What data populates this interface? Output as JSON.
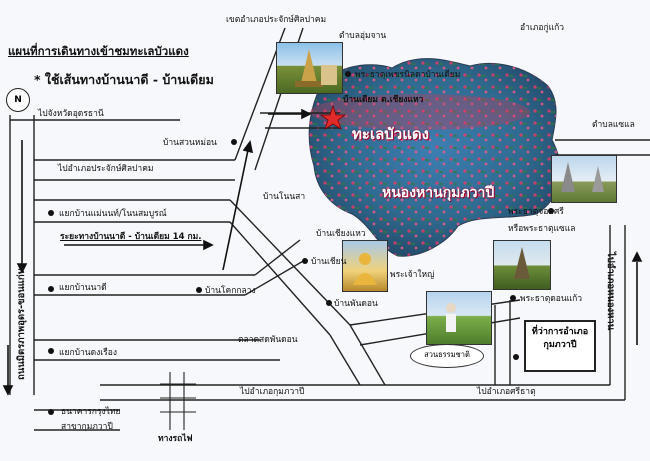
{
  "title": "แผนที่การเดินทางเข้าชมทะเลบัวแดง",
  "subtitle": "* ใช้เส้นทางบ้านนาดี - บ้านเดียม",
  "compass": "N",
  "lake": {
    "name1": "ทะเลบัวแดง",
    "name2": "หนองหานกุมภวาปี"
  },
  "labels": {
    "top_district": "เขตอำเภอประจักษ์ศิลปาคม",
    "tambon_umjan": "ตำบลอุ่มจาน",
    "amphoe_kukaeo": "อำเภอกู่แก้ว",
    "phrathat_phet": "พระธาตุเพชรนิลดาบ้านเดียม",
    "ban_diam": "บ้านเดียม ต.เชียงแหว",
    "to_udon": "ไปจังหวัดอุดรธานี",
    "ban_suanmon": "บ้านสวนหม่อน",
    "to_prachak": "ไปอำเภอประจักษ์ศิลปาคม",
    "tambon_saenle": "ตำบลแซแล",
    "ban_nonsa": "บ้านโนนสา",
    "yaek_mae_non": "แยกบ้านแม่นนท์/โนนสมบูรณ์",
    "distance": "ระยะทางบ้านนาดี - บ้านเดียม 14 กม.",
    "ban_chianghwae": "บ้านเชียงแหว",
    "ban_chian": "บ้านเชียน",
    "phra_chao_yai": "พระเจ้าใหญ่",
    "phrathat_chomsri": "พระธาตุจอมศรี",
    "wat_phrathat_saenle": "หรือพระธาตุแซแล",
    "yaek_nadi": "แยกบ้านนาดี",
    "ban_khokklang": "บ้านโคกกลาง",
    "ban_phandon": "บ้านพันดอน",
    "phrathat_donkaeo": "พระธาตุดอนแก้ว",
    "talat_phandon": "ตลาดสดพันดอน",
    "suan_thammachat": "สวนธรรมชาติ",
    "office_line1": "ที่ว่าการอำเภอ",
    "office_line2": "กุมภวาปี",
    "yaek_nongrueang": "แยกบ้านดงเรือง",
    "to_kumphawapi": "ไปอำเภอกุมภวาปี",
    "to_sithat": "ไปอำเภอศรีธาตุ",
    "bank_line1": "ธนาคารกรุงไทย",
    "bank_line2": "สาขากุมภวาปี",
    "railway": "ทางรถไฟ",
    "road_left": "ถนนมิตรภาพอุดร-ขอนแก่น",
    "road_right": "ไปอำเภอหนองหาน"
  }
}
